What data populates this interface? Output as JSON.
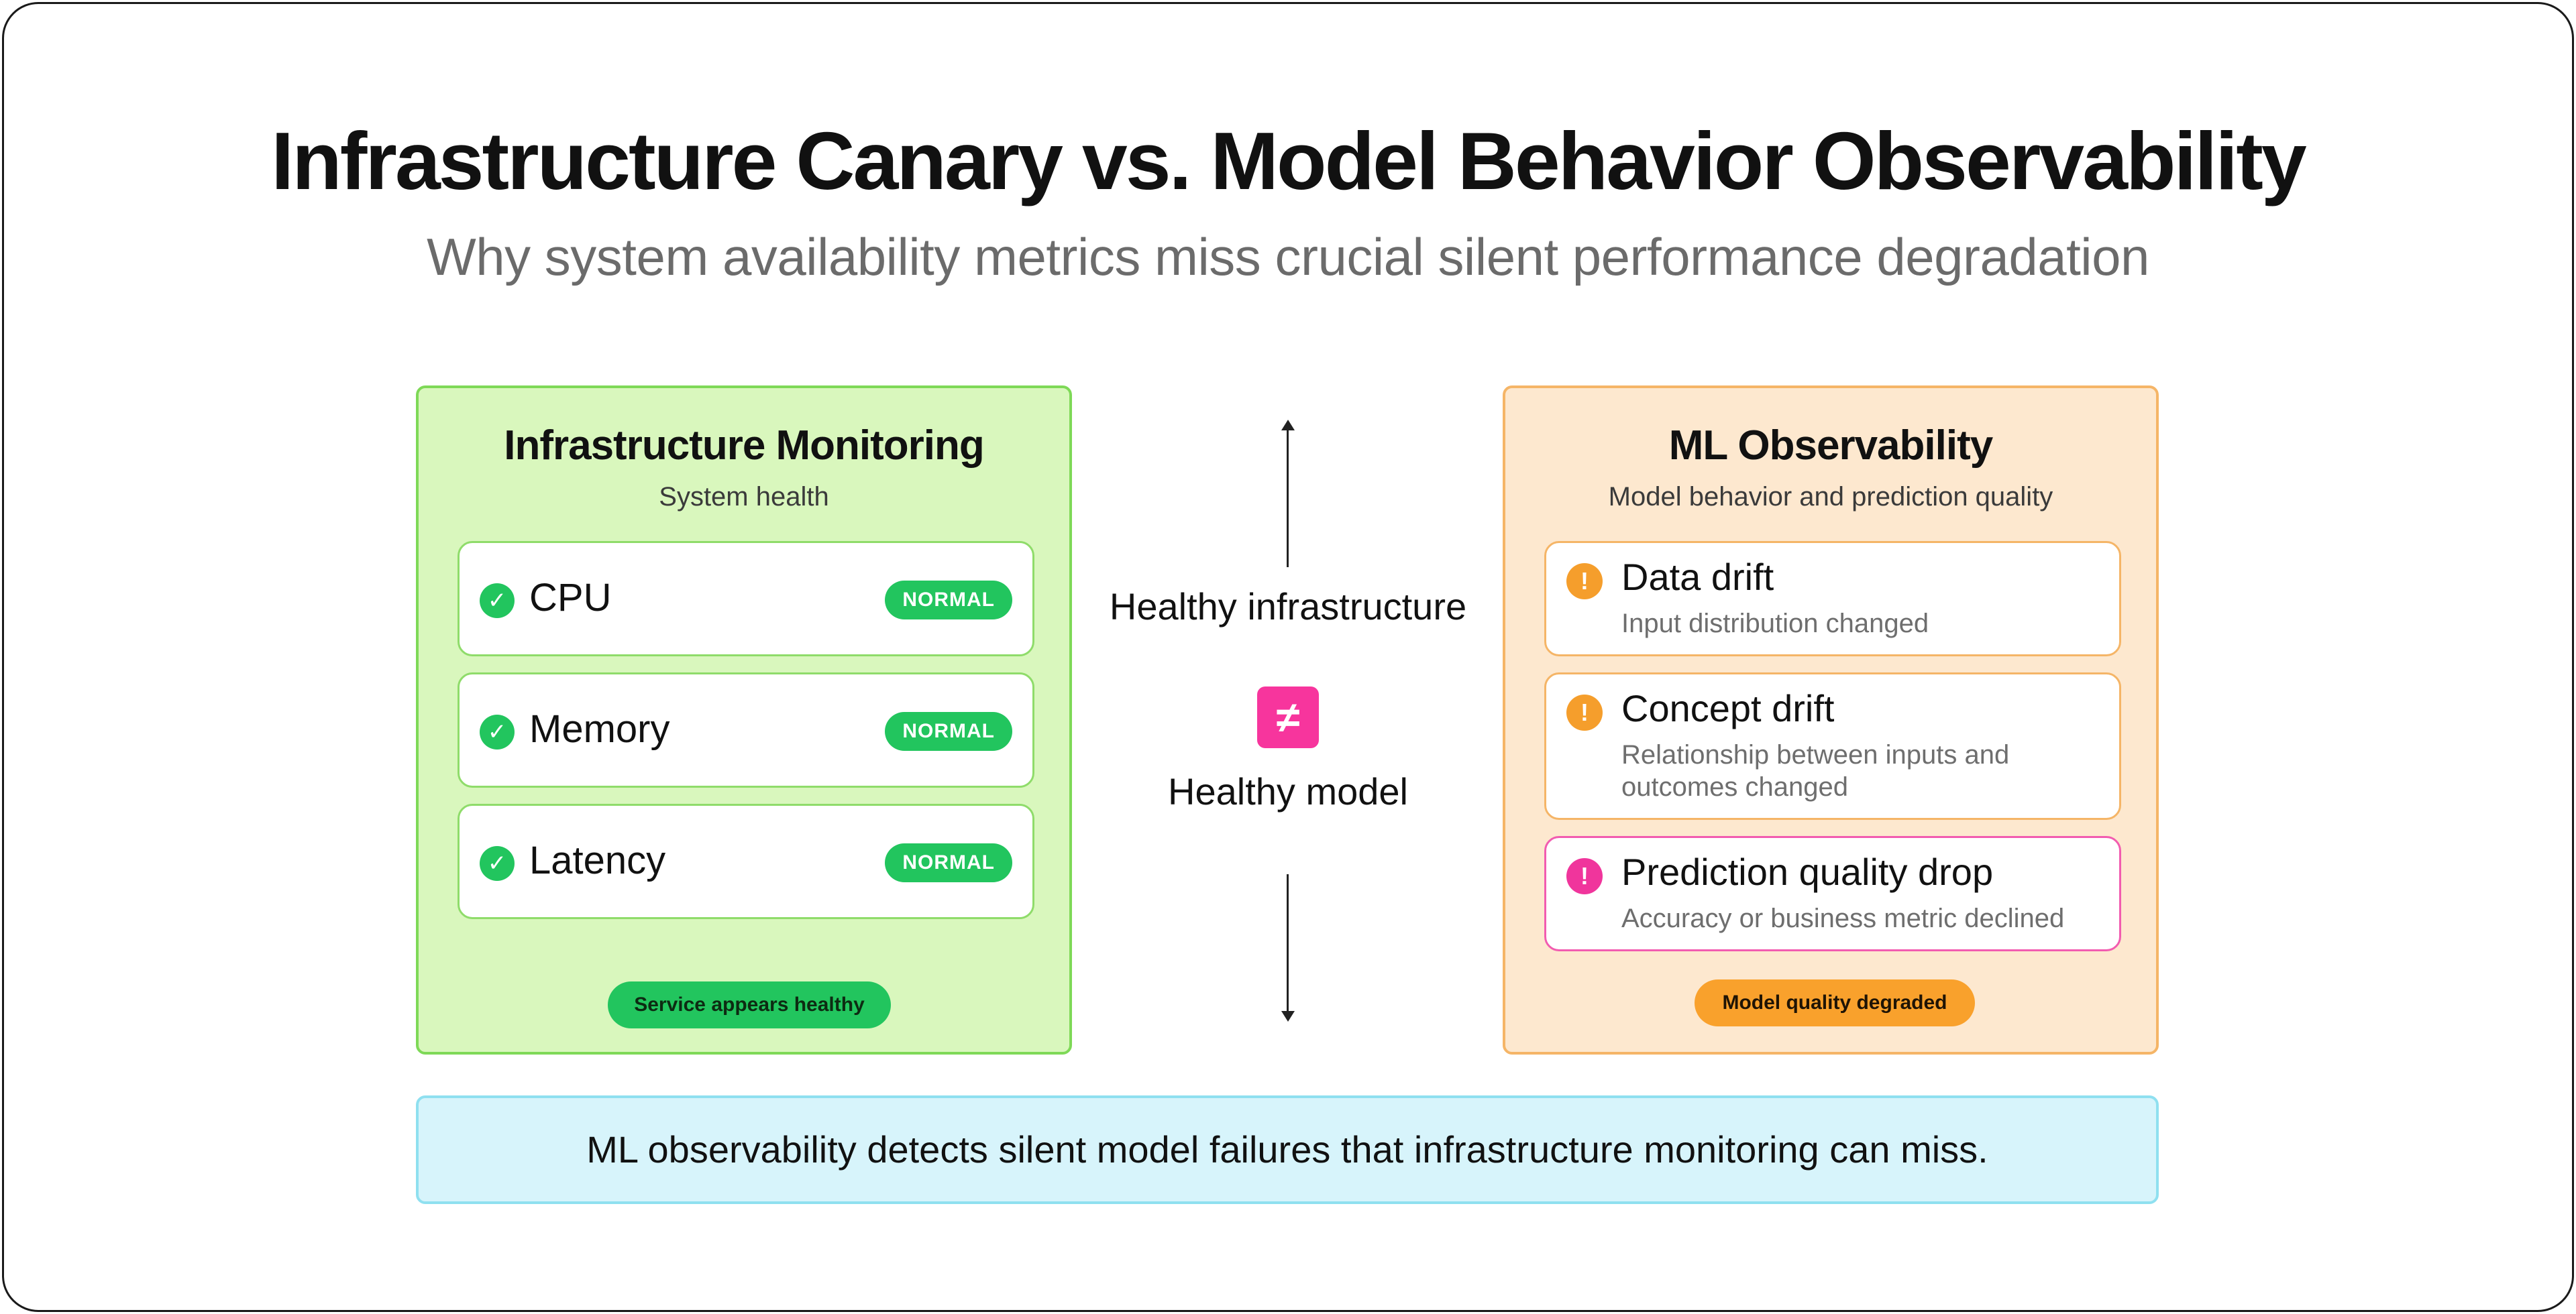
{
  "title": "Infrastructure Canary vs. Model Behavior Observability",
  "subtitle": "Why system availability metrics miss crucial silent performance degradation",
  "left_panel": {
    "title": "Infrastructure Monitoring",
    "subtitle": "System health",
    "metrics": [
      {
        "label": "CPU",
        "status": "NORMAL",
        "icon": "check-circle-icon"
      },
      {
        "label": "Memory",
        "status": "NORMAL",
        "icon": "check-circle-icon"
      },
      {
        "label": "Latency",
        "status": "NORMAL",
        "icon": "check-circle-icon"
      }
    ],
    "footer_pill": "Service appears healthy",
    "accent_color": "#22c55e"
  },
  "middle": {
    "top_text": "Healthy infrastructure",
    "symbol": "≠",
    "bottom_text": "Healthy model"
  },
  "right_panel": {
    "title": "ML Observability",
    "subtitle": "Model behavior and prediction quality",
    "issues": [
      {
        "title": "Data drift",
        "description": "Input distribution changed",
        "icon": "warning-circle-icon",
        "color": "#f59e2c"
      },
      {
        "title": "Concept drift",
        "description": "Relationship between inputs and outcomes changed",
        "icon": "warning-circle-icon",
        "color": "#f59e2c"
      },
      {
        "title": "Prediction quality drop",
        "description": "Accuracy or business metric declined",
        "icon": "alert-circle-icon",
        "color": "#f0359c"
      }
    ],
    "footer_pill": "Model quality degraded",
    "accent_color": "#f9a12c"
  },
  "bottom_note": "ML observability detects silent model failures that infrastructure monitoring can miss."
}
